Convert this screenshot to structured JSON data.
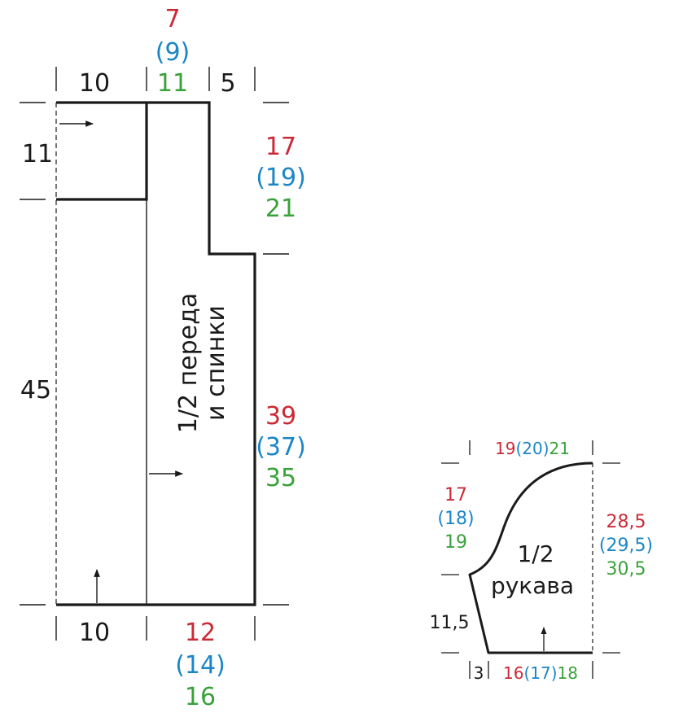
{
  "colors": {
    "ink": "#1a1a1a",
    "red": "#cc2936",
    "blue": "#1b86c7",
    "green": "#3aa23a"
  },
  "body_piece": {
    "label_line1": "1/2 переда",
    "label_line2": "и спинки",
    "top_left_width": "10",
    "neck_red": "7",
    "neck_blue": "(9)",
    "neck_green": "11",
    "shoulder": "5",
    "neck_depth": "11",
    "armhole_red": "17",
    "armhole_blue": "(19)",
    "armhole_green": "21",
    "side_length": "45",
    "side_red": "39",
    "side_blue": "(37)",
    "side_green": "35",
    "bottom_left": "10",
    "bottom_red": "12",
    "bottom_blue": "(14)",
    "bottom_green": "16"
  },
  "sleeve": {
    "label_line1": "1/2",
    "label_line2": "рукава",
    "top_red": "19",
    "top_blue": "(20)",
    "top_green": "21",
    "cap_red": "17",
    "cap_blue": "(18)",
    "cap_green": "19",
    "side_red": "28,5",
    "side_blue": "(29,5)",
    "side_green": "30,5",
    "lower_left": "11,5",
    "cuff_offset": "3",
    "bottom_red": "16",
    "bottom_blue": "(17)",
    "bottom_green": "18"
  }
}
